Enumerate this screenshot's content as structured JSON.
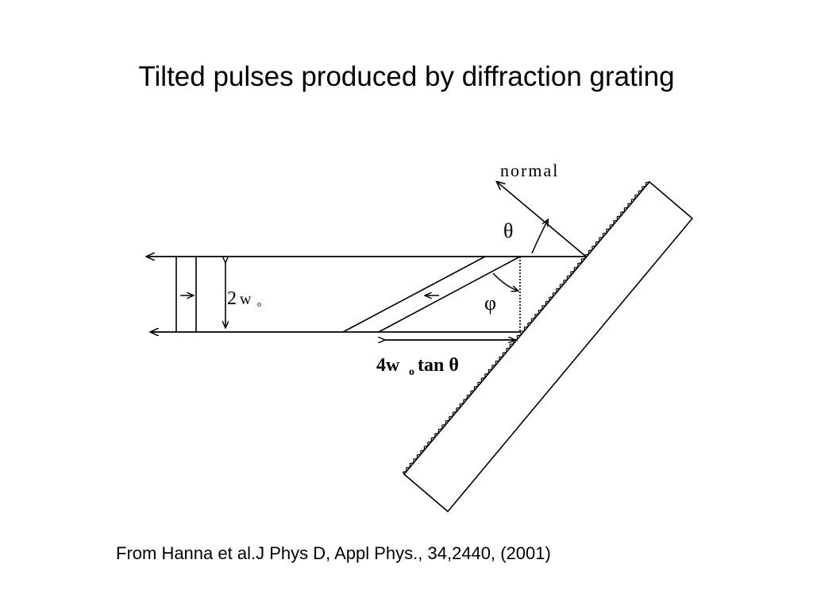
{
  "slide": {
    "title": "Tilted pulses produced by diffraction grating",
    "citation": "From Hanna et al.J Phys D, Appl Phys., 34,2440, (2001)"
  },
  "diagram": {
    "labels": {
      "normal": "normal",
      "theta": "θ",
      "phi": "φ",
      "beam_width_coef": "2",
      "beam_width_var": "w",
      "beam_width_sub": "o",
      "displacement_coef": "4w",
      "displacement_sub": "o",
      "displacement_rest": "tan θ"
    },
    "colors": {
      "line": "#000000",
      "background": "#ffffff"
    }
  }
}
